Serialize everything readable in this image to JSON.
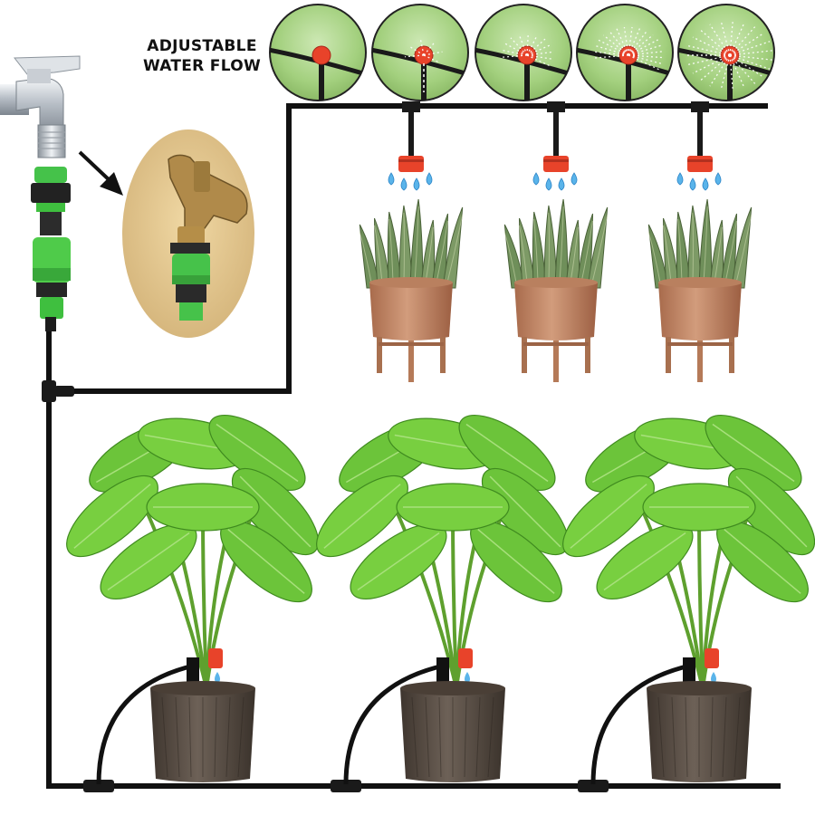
{
  "headline": {
    "line1": "ADJUSTABLE",
    "line2": "WATER FLOW"
  },
  "spray_levels": [
    {
      "name": "closed",
      "level": 0
    },
    {
      "name": "drip",
      "level": 1
    },
    {
      "name": "low-spray",
      "level": 2
    },
    {
      "name": "medium-spray",
      "level": 3
    },
    {
      "name": "full-spray",
      "level": 4
    }
  ],
  "colors": {
    "tube": "#111111",
    "emitter": "#e8432a",
    "connector": "#3fbf3f",
    "water_drop": "#5ab4ea",
    "leaf_snake": "#6f8f5a",
    "leaf_broad": "#6cc43a",
    "terracotta_pot": "#c98d6c",
    "brown_pot": "#5e5248",
    "grass_background": "#a8d88a"
  },
  "icons": {
    "faucet": "faucet-icon",
    "arrow": "arrow-down-right-icon",
    "detail": "faucet-adapter-detail",
    "emitter": "adjustable-dripper-icon"
  }
}
